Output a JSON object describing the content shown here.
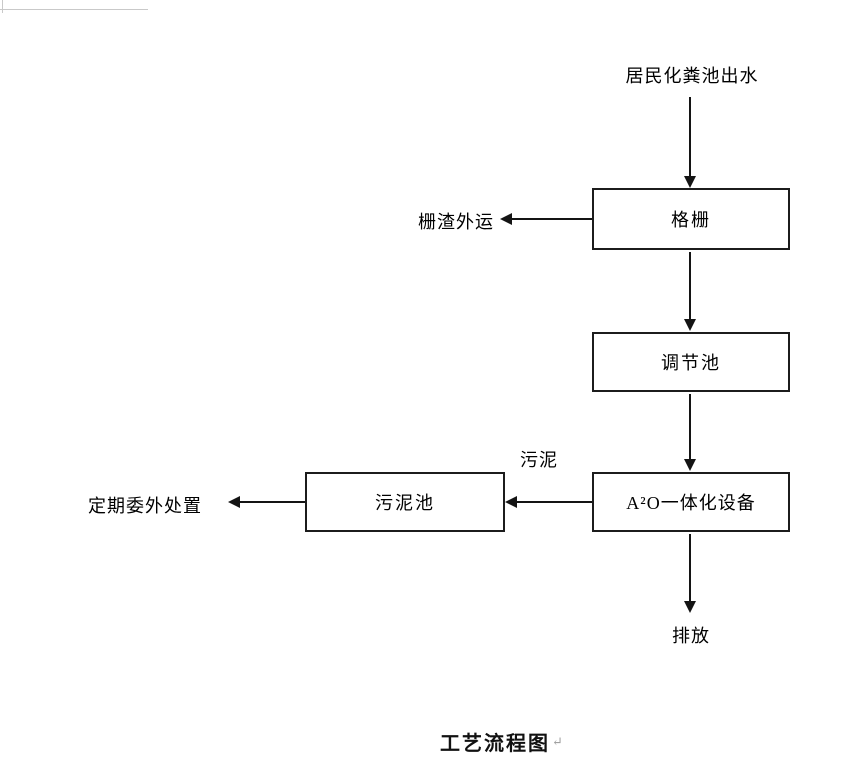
{
  "diagram": {
    "caption": "工艺流程图",
    "paragraph_mark": "↵",
    "colors": {
      "ink": "#141414",
      "background": "#ffffff",
      "paragraph_mark": "#a0a0a0"
    },
    "labels": {
      "source": "居民化粪池出水",
      "screen_residue": "栅渣外运",
      "sludge_flow": "污泥",
      "disposal": "定期委外处置",
      "discharge": "排放"
    },
    "boxes": {
      "grid": "格栅",
      "regulating_tank": "调节池",
      "a2o_unit": "A²O一体化设备",
      "sludge_tank": "污泥池"
    },
    "flow": [
      "居民化粪池出水 → 格栅",
      "格栅 → 栅渣外运",
      "格栅 → 调节池",
      "调节池 → A²O一体化设备",
      "A²O一体化设备 →(污泥) 污泥池",
      "污泥池 → 定期委外处置",
      "A²O一体化设备 → 排放"
    ]
  }
}
